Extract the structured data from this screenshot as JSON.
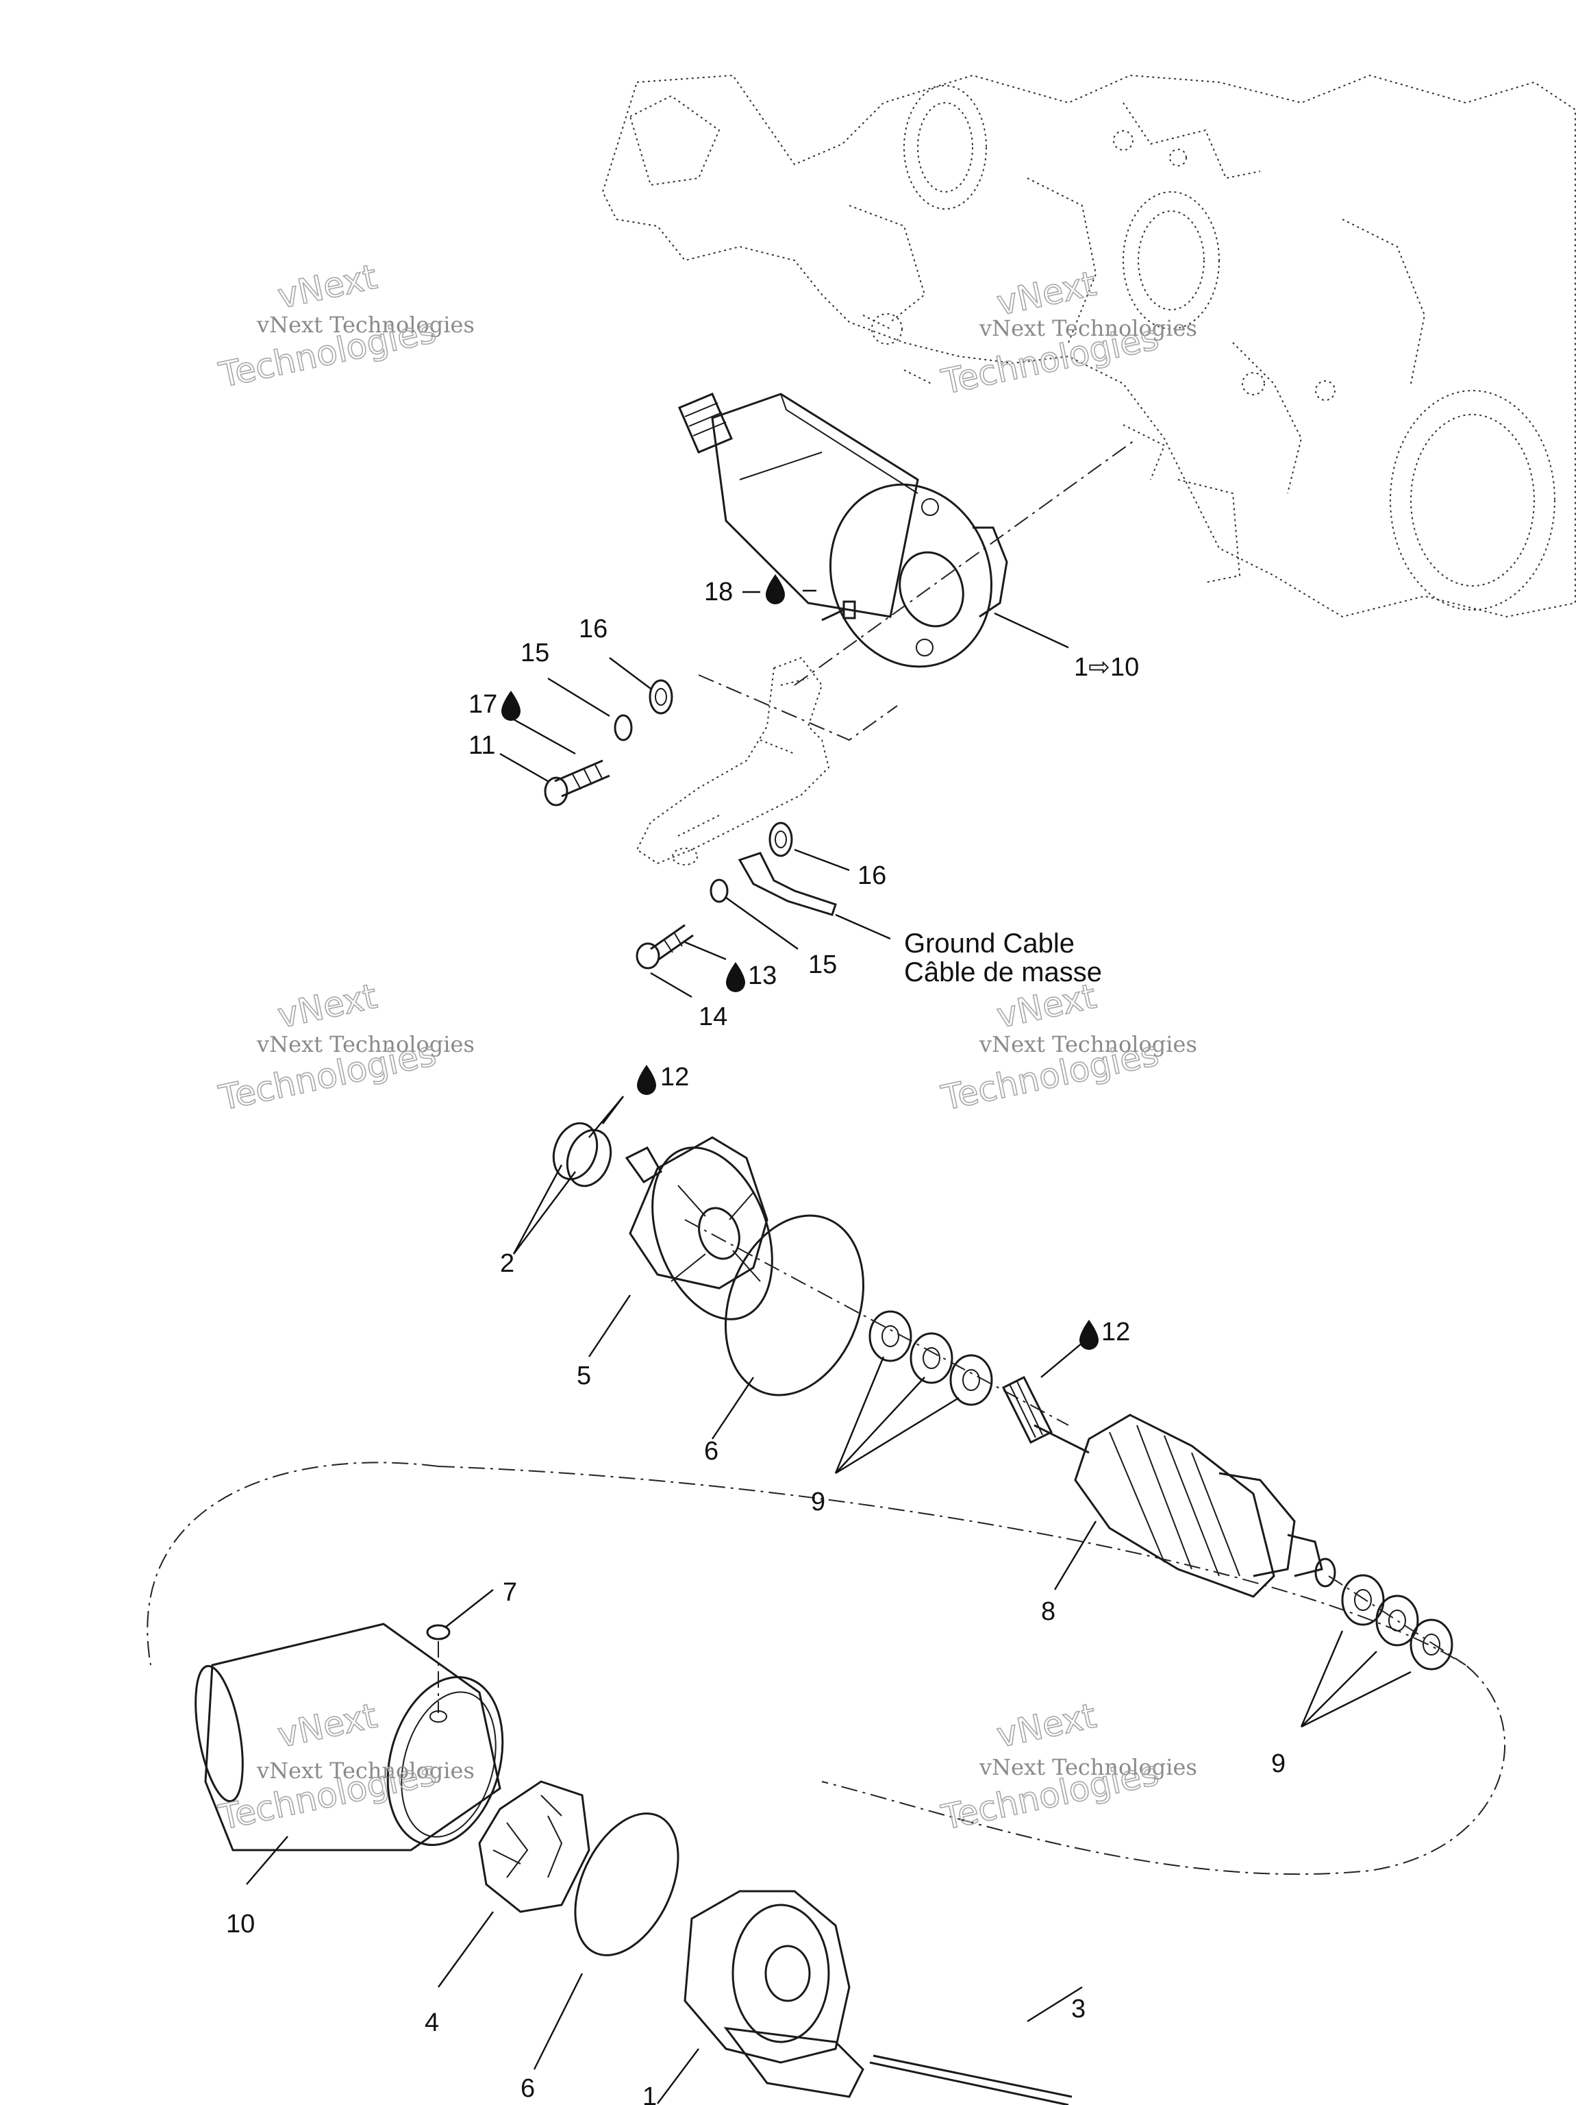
{
  "labels": {
    "l18": "18",
    "l1to10": "1⇨10",
    "l16a": "16",
    "l15a": "15",
    "l17": "17",
    "l11": "11",
    "l16b": "16",
    "l15b": "15",
    "l13": "13",
    "l14": "14",
    "ground_en": "Ground Cable",
    "ground_fr": "Câble de masse",
    "l12a": "12",
    "l2": "2",
    "l5": "5",
    "l6a": "6",
    "l9a": "9",
    "l12b": "12",
    "l8": "8",
    "l7": "7",
    "l9b": "9",
    "l10": "10",
    "l4": "4",
    "l6b": "6",
    "l3": "3",
    "l1": "1"
  },
  "watermark": {
    "line1": "vNext Technologies",
    "line2": "vNext",
    "line3": "Technologies"
  },
  "icons": {
    "sealant": "sealant-drop-icon"
  }
}
